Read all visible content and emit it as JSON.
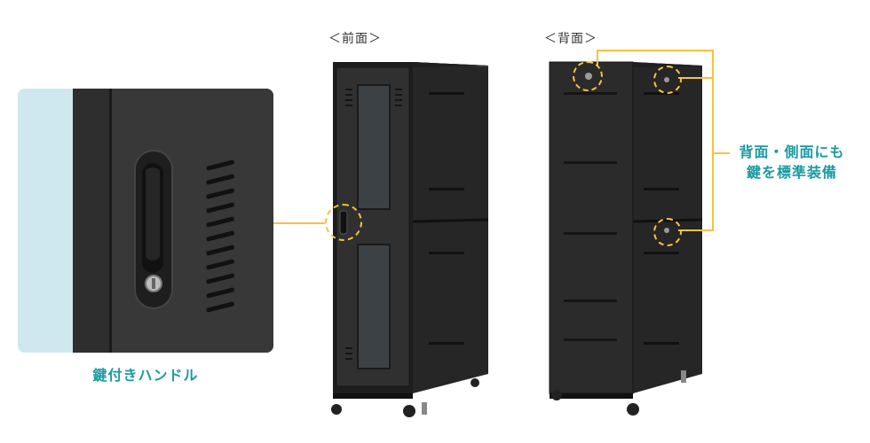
{
  "labels": {
    "front": "＜前面＞",
    "back": "＜背面＞"
  },
  "captions": {
    "handle": "鍵付きハンドル",
    "side_back_line1": "背面・側面にも",
    "side_back_line2": "鍵を標準装備"
  },
  "colors": {
    "accent_text": "#1a9aa2",
    "highlight": "#f5c242",
    "zoom_panel_bg": "#cfe8ef",
    "rack_body": "#2a2a2a",
    "rack_dark": "#1b1b1b",
    "door": "#303030"
  },
  "icons": {
    "handle_lock": "lock-handle-icon"
  }
}
